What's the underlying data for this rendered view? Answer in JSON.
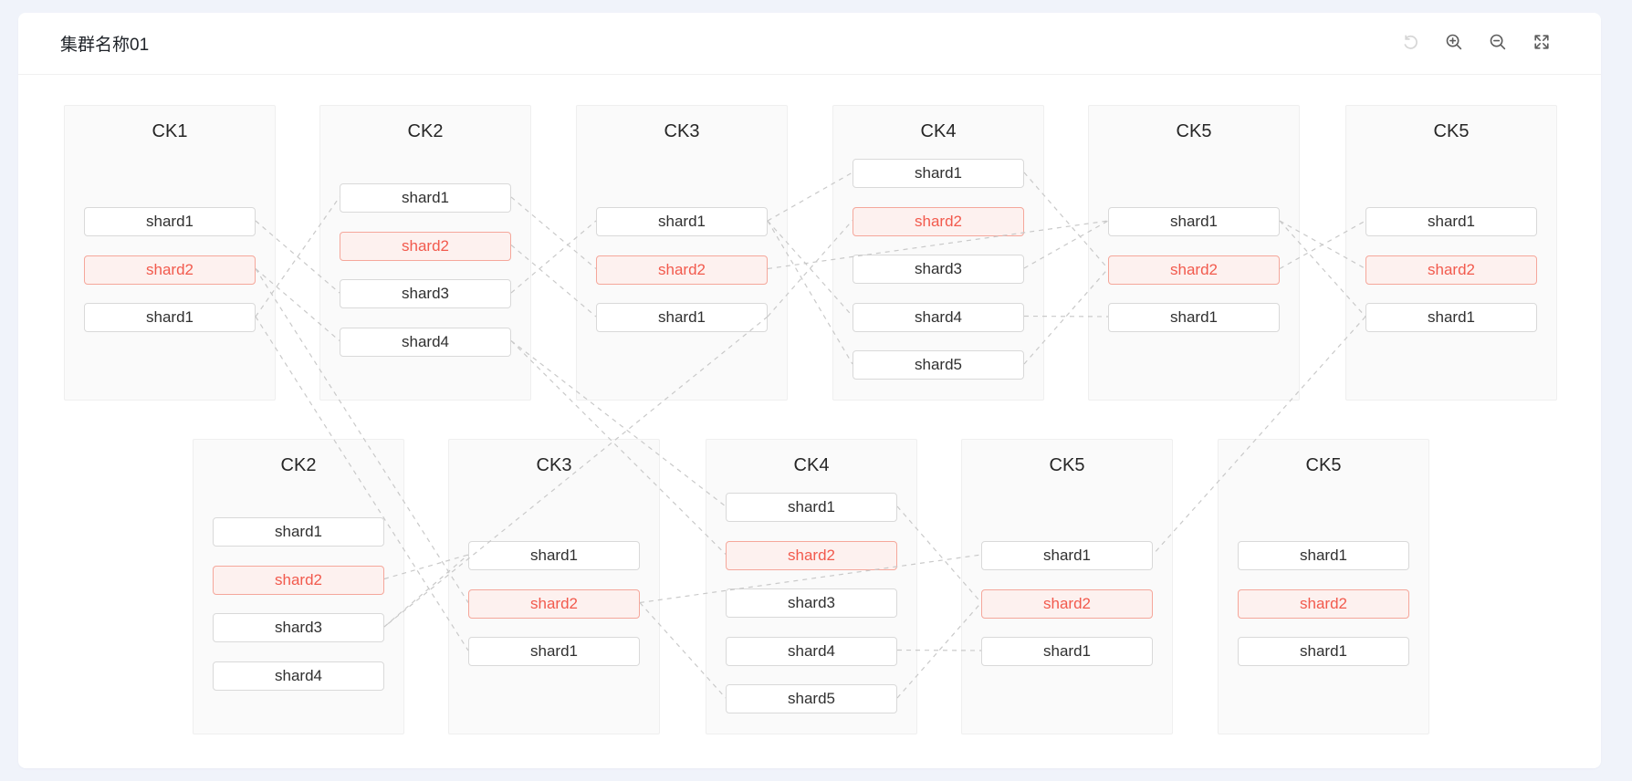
{
  "header": {
    "title": "集群名称01",
    "toolbar": [
      {
        "name": "reset-view-button",
        "icon": "undo-icon",
        "disabled": true
      },
      {
        "name": "zoom-in-button",
        "icon": "zoom-in-icon",
        "disabled": false
      },
      {
        "name": "zoom-out-button",
        "icon": "zoom-out-icon",
        "disabled": false
      },
      {
        "name": "fullscreen-button",
        "icon": "fullscreen-icon",
        "disabled": false
      }
    ]
  },
  "colors": {
    "page_background": "#f0f3fa",
    "panel_background": "#ffffff",
    "card_background": "#fafafa",
    "card_border": "#efefef",
    "shard_border": "#d9d9d9",
    "highlight_background": "#fdf1ef",
    "highlight_border": "#f5a79b",
    "highlight_text": "#f25a4d",
    "wire": "#c9c9c9",
    "icon_active": "#5c5c5c",
    "icon_disabled": "#d6d6d6"
  },
  "diagram": {
    "clusters": [
      {
        "id": "t1",
        "label": "CK1",
        "row": "top",
        "col": 0,
        "shards": [
          {
            "label": "shard1",
            "highlighted": false
          },
          {
            "label": "shard2",
            "highlighted": true
          },
          {
            "label": "shard1",
            "highlighted": false
          }
        ]
      },
      {
        "id": "t2",
        "label": "CK2",
        "row": "top",
        "col": 1,
        "shards": [
          {
            "label": "shard1",
            "highlighted": false
          },
          {
            "label": "shard2",
            "highlighted": true
          },
          {
            "label": "shard3",
            "highlighted": false
          },
          {
            "label": "shard4",
            "highlighted": false
          }
        ]
      },
      {
        "id": "t3",
        "label": "CK3",
        "row": "top",
        "col": 2,
        "shards": [
          {
            "label": "shard1",
            "highlighted": false
          },
          {
            "label": "shard2",
            "highlighted": true
          },
          {
            "label": "shard1",
            "highlighted": false
          }
        ]
      },
      {
        "id": "t4",
        "label": "CK4",
        "row": "top",
        "col": 3,
        "shards": [
          {
            "label": "shard1",
            "highlighted": false
          },
          {
            "label": "shard2",
            "highlighted": true
          },
          {
            "label": "shard3",
            "highlighted": false
          },
          {
            "label": "shard4",
            "highlighted": false
          },
          {
            "label": "shard5",
            "highlighted": false
          }
        ]
      },
      {
        "id": "t5",
        "label": "CK5",
        "row": "top",
        "col": 4,
        "shards": [
          {
            "label": "shard1",
            "highlighted": false
          },
          {
            "label": "shard2",
            "highlighted": true
          },
          {
            "label": "shard1",
            "highlighted": false
          }
        ]
      },
      {
        "id": "t6",
        "label": "CK5",
        "row": "top",
        "col": 5,
        "shards": [
          {
            "label": "shard1",
            "highlighted": false
          },
          {
            "label": "shard2",
            "highlighted": true
          },
          {
            "label": "shard1",
            "highlighted": false
          }
        ]
      },
      {
        "id": "b1",
        "label": "CK2",
        "row": "bottom",
        "col": 0,
        "shards": [
          {
            "label": "shard1",
            "highlighted": false
          },
          {
            "label": "shard2",
            "highlighted": true
          },
          {
            "label": "shard3",
            "highlighted": false
          },
          {
            "label": "shard4",
            "highlighted": false
          }
        ]
      },
      {
        "id": "b2",
        "label": "CK3",
        "row": "bottom",
        "col": 1,
        "shards": [
          {
            "label": "shard1",
            "highlighted": false
          },
          {
            "label": "shard2",
            "highlighted": true
          },
          {
            "label": "shard1",
            "highlighted": false
          }
        ]
      },
      {
        "id": "b3",
        "label": "CK4",
        "row": "bottom",
        "col": 2,
        "shards": [
          {
            "label": "shard1",
            "highlighted": false
          },
          {
            "label": "shard2",
            "highlighted": true
          },
          {
            "label": "shard3",
            "highlighted": false
          },
          {
            "label": "shard4",
            "highlighted": false
          },
          {
            "label": "shard5",
            "highlighted": false
          }
        ]
      },
      {
        "id": "b4",
        "label": "CK5",
        "row": "bottom",
        "col": 3,
        "shards": [
          {
            "label": "shard1",
            "highlighted": false
          },
          {
            "label": "shard2",
            "highlighted": true
          },
          {
            "label": "shard1",
            "highlighted": false
          }
        ]
      },
      {
        "id": "b5",
        "label": "CK5",
        "row": "bottom",
        "col": 4,
        "shards": [
          {
            "label": "shard1",
            "highlighted": false
          },
          {
            "label": "shard2",
            "highlighted": true
          },
          {
            "label": "shard1",
            "highlighted": false
          }
        ]
      }
    ],
    "connections": [
      {
        "from": {
          "card": "t1",
          "shard": 2,
          "side": "right"
        },
        "to": {
          "card": "t2",
          "shard": 0,
          "side": "left"
        }
      },
      {
        "from": {
          "card": "t1",
          "shard": 0,
          "side": "right"
        },
        "to": {
          "card": "t2",
          "shard": 2,
          "side": "left"
        }
      },
      {
        "from": {
          "card": "t1",
          "shard": 1,
          "side": "right"
        },
        "to": {
          "card": "t2",
          "shard": 3,
          "side": "left"
        }
      },
      {
        "from": {
          "card": "t2",
          "shard": 0,
          "side": "right"
        },
        "to": {
          "card": "t3",
          "shard": 1,
          "side": "left"
        }
      },
      {
        "from": {
          "card": "t2",
          "shard": 1,
          "side": "right"
        },
        "to": {
          "card": "t3",
          "shard": 2,
          "side": "left"
        }
      },
      {
        "from": {
          "card": "t2",
          "shard": 2,
          "side": "right"
        },
        "to": {
          "card": "t3",
          "shard": 0,
          "side": "left"
        }
      },
      {
        "from": {
          "card": "t3",
          "shard": 0,
          "side": "right"
        },
        "to": {
          "card": "t4",
          "shard": 0,
          "side": "left"
        }
      },
      {
        "from": {
          "card": "t3",
          "shard": 2,
          "side": "right"
        },
        "to": {
          "card": "t4",
          "shard": 1,
          "side": "left"
        }
      },
      {
        "from": {
          "card": "t3",
          "shard": 0,
          "side": "right"
        },
        "to": {
          "card": "t4",
          "shard": 3,
          "side": "left"
        }
      },
      {
        "from": {
          "card": "t3",
          "shard": 0,
          "side": "right"
        },
        "to": {
          "card": "t4",
          "shard": 4,
          "side": "left"
        }
      },
      {
        "from": {
          "card": "t3",
          "shard": 1,
          "side": "right"
        },
        "to": {
          "card": "t5",
          "shard": 0,
          "side": "left"
        }
      },
      {
        "from": {
          "card": "t4",
          "shard": 0,
          "side": "right"
        },
        "to": {
          "card": "t5",
          "shard": 1,
          "side": "left"
        }
      },
      {
        "from": {
          "card": "t4",
          "shard": 2,
          "side": "right"
        },
        "to": {
          "card": "t5",
          "shard": 0,
          "side": "left"
        }
      },
      {
        "from": {
          "card": "t4",
          "shard": 3,
          "side": "right"
        },
        "to": {
          "card": "t5",
          "shard": 2,
          "side": "left"
        }
      },
      {
        "from": {
          "card": "t4",
          "shard": 4,
          "side": "right"
        },
        "to": {
          "card": "t5",
          "shard": 1,
          "side": "left"
        }
      },
      {
        "from": {
          "card": "t5",
          "shard": 0,
          "side": "right"
        },
        "to": {
          "card": "t6",
          "shard": 1,
          "side": "left"
        }
      },
      {
        "from": {
          "card": "t5",
          "shard": 0,
          "side": "right"
        },
        "to": {
          "card": "t6",
          "shard": 2,
          "side": "left"
        }
      },
      {
        "from": {
          "card": "t5",
          "shard": 1,
          "side": "right"
        },
        "to": {
          "card": "t6",
          "shard": 0,
          "side": "left"
        }
      },
      {
        "from": {
          "card": "t1",
          "shard": 2,
          "side": "right"
        },
        "to": {
          "card": "b2",
          "shard": 2,
          "side": "left"
        }
      },
      {
        "from": {
          "card": "t1",
          "shard": 1,
          "side": "right"
        },
        "to": {
          "card": "b2",
          "shard": 1,
          "side": "left"
        }
      },
      {
        "from": {
          "card": "t3",
          "shard": 2,
          "side": "right"
        },
        "to": {
          "card": "b1",
          "shard": 2,
          "side": "right"
        }
      },
      {
        "from": {
          "card": "t2",
          "shard": 3,
          "side": "right"
        },
        "to": {
          "card": "b3",
          "shard": 0,
          "side": "left"
        }
      },
      {
        "from": {
          "card": "t2",
          "shard": 3,
          "side": "right"
        },
        "to": {
          "card": "b3",
          "shard": 1,
          "side": "left"
        }
      },
      {
        "from": {
          "card": "t6",
          "shard": 2,
          "side": "left"
        },
        "to": {
          "card": "b4",
          "shard": 0,
          "side": "right"
        }
      },
      {
        "from": {
          "card": "b1",
          "shard": 1,
          "side": "right"
        },
        "to": {
          "card": "b2",
          "shard": 0,
          "side": "left"
        }
      },
      {
        "from": {
          "card": "b1",
          "shard": 2,
          "side": "right"
        },
        "to": {
          "card": "b2",
          "shard": 0,
          "side": "left"
        }
      },
      {
        "from": {
          "card": "b2",
          "shard": 1,
          "side": "right"
        },
        "to": {
          "card": "b4",
          "shard": 0,
          "side": "left"
        }
      },
      {
        "from": {
          "card": "b2",
          "shard": 1,
          "side": "right"
        },
        "to": {
          "card": "b3",
          "shard": 4,
          "side": "left"
        }
      },
      {
        "from": {
          "card": "b3",
          "shard": 0,
          "side": "right"
        },
        "to": {
          "card": "b4",
          "shard": 1,
          "side": "left"
        }
      },
      {
        "from": {
          "card": "b3",
          "shard": 4,
          "side": "right"
        },
        "to": {
          "card": "b4",
          "shard": 1,
          "side": "left"
        }
      },
      {
        "from": {
          "card": "b3",
          "shard": 3,
          "side": "right"
        },
        "to": {
          "card": "b4",
          "shard": 2,
          "side": "left"
        }
      }
    ]
  }
}
